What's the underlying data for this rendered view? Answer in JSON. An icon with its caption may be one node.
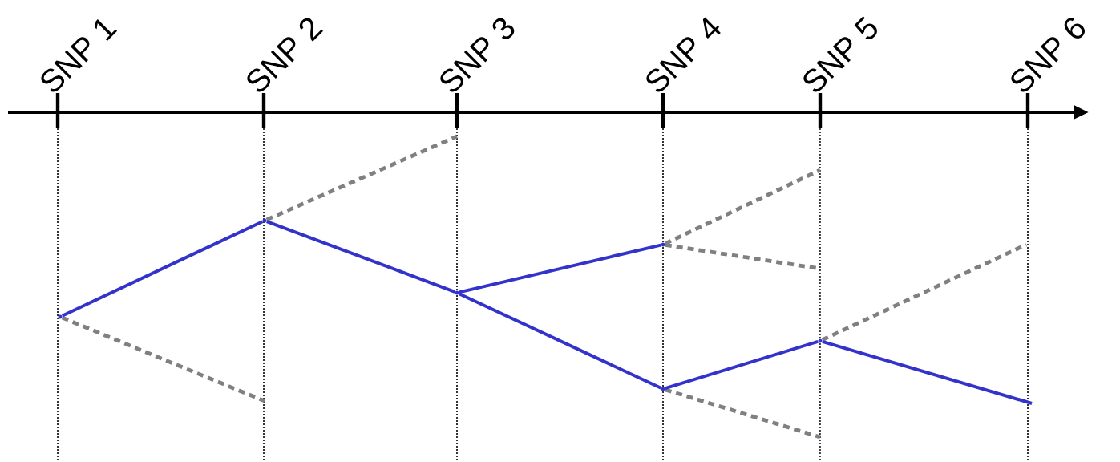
{
  "diagram": {
    "nodes": [
      {
        "text": [],
        "shape": "point"
      },
      {
        "text": [],
        "shape": "point"
      },
      {
        "text": [],
        "shape": "point"
      },
      {
        "text": [],
        "shape": "point"
      },
      {
        "text": [],
        "shape": "point"
      },
      {
        "text": [],
        "shape": "point"
      }
    ],
    "edges": [
      {
        "from": 0,
        "to": 1,
        "arrow": "none"
      },
      {
        "from": 1,
        "to": 2,
        "arrow": "none"
      },
      {
        "from": 2,
        "to": 3,
        "arrow": "none"
      },
      {
        "from": 2,
        "to": 4,
        "arrow": "none"
      },
      {
        "from": 4,
        "to": 5,
        "arrow": "none"
      },
      {
        "from": 5,
        "to": null,
        "arrow": "none"
      },
      {
        "from": 0,
        "to": null,
        "arrow": "none",
        "style": "dashed",
        "color": "#808080"
      },
      {
        "from": 1,
        "to": null,
        "arrow": "none",
        "style": "dashed",
        "color": "#808080"
      },
      {
        "from": 3,
        "to": null,
        "arrow": "none",
        "style": "dashed",
        "color": "#808080"
      },
      {
        "from": 3,
        "to": null,
        "arrow": "none",
        "style": "dashed",
        "color": "#808080"
      },
      {
        "from": 4,
        "to": null,
        "arrow": "none",
        "style": "dashed",
        "color": "#808080"
      },
      {
        "from": 5,
        "to": null,
        "arrow": "none",
        "style": "dashed",
        "color": "#808080"
      }
    ],
    "labels": [
      "SNP 1",
      "SNP 2",
      "SNP 3",
      "SNP 4",
      "SNP 5",
      "SNP 6"
    ]
  }
}
